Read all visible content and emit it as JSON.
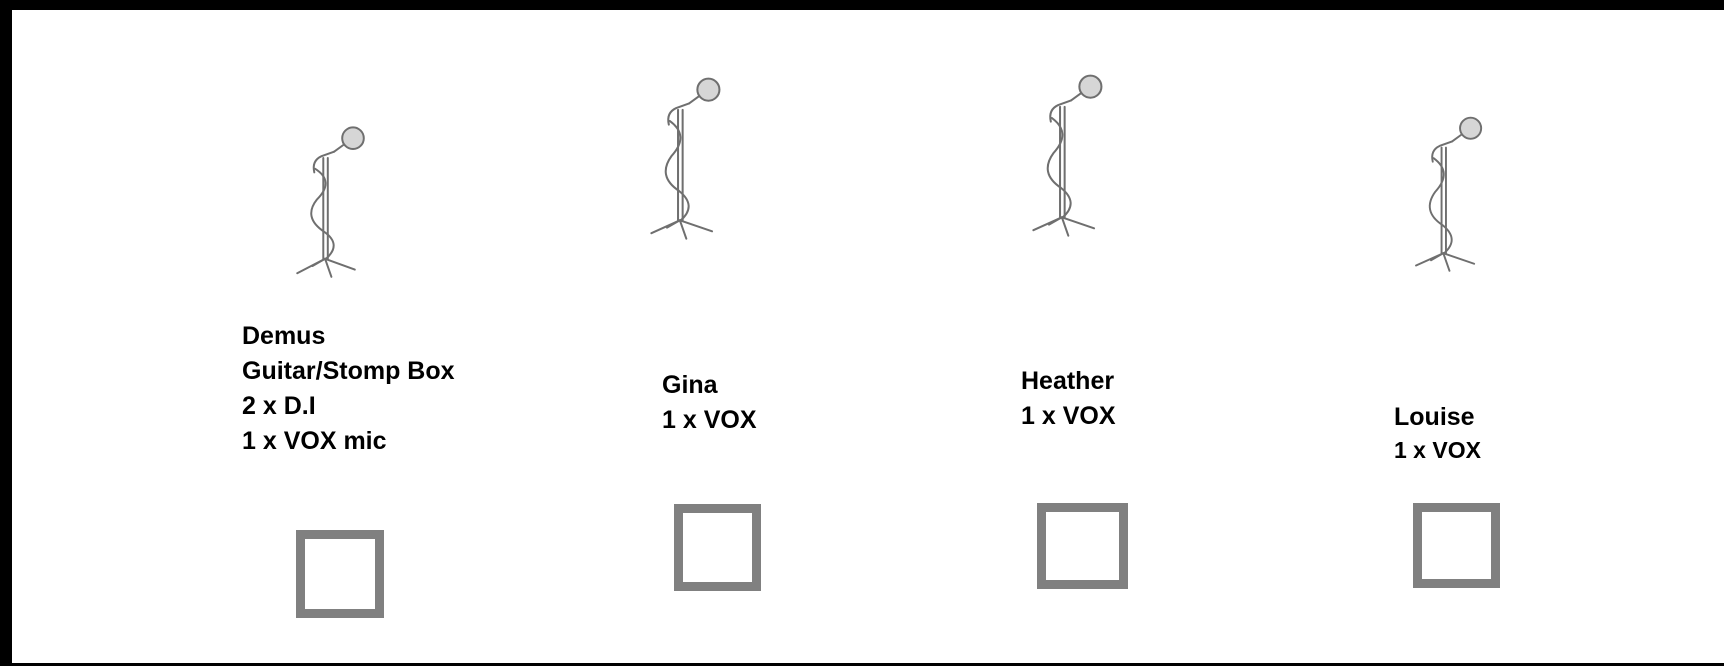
{
  "performers": [
    {
      "name": "Demus",
      "lines": [
        "Guitar/Stomp Box",
        "2 x D.I",
        "1 x VOX mic"
      ],
      "checked": false,
      "icon": "microphone-stand-icon"
    },
    {
      "name": "Gina",
      "lines": [
        "1 x VOX"
      ],
      "checked": false,
      "icon": "microphone-stand-icon"
    },
    {
      "name": "Heather",
      "lines": [
        "1 x VOX"
      ],
      "checked": false,
      "icon": "microphone-stand-icon"
    },
    {
      "name": "Louise",
      "lines": [
        "1 x VOX"
      ],
      "checked": false,
      "icon": "microphone-stand-icon"
    }
  ],
  "colors": {
    "border": "#000000",
    "checkbox_border": "#808080",
    "text": "#000000",
    "mic": "#6f6f6f"
  }
}
